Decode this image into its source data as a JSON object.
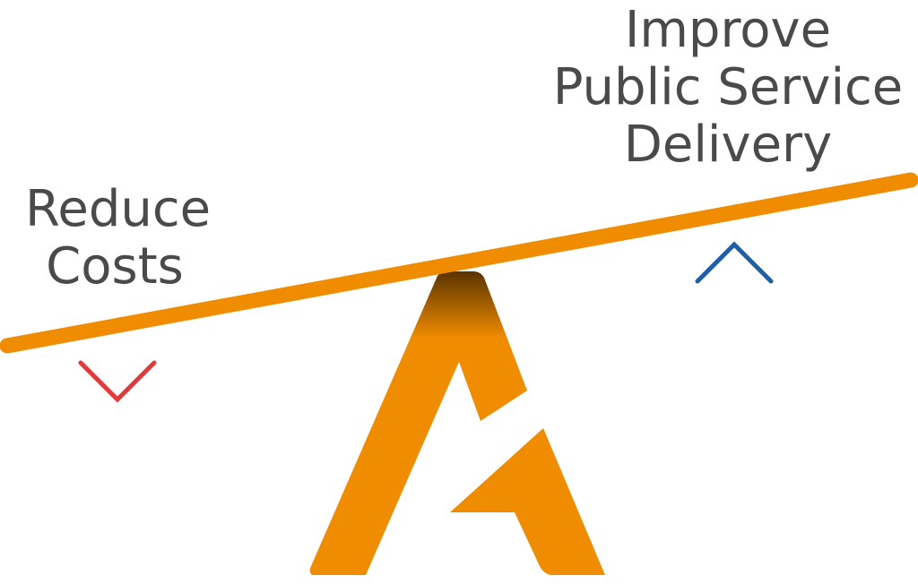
{
  "labels": {
    "left": [
      "Reduce",
      "Costs"
    ],
    "right": [
      "Improve",
      "Public Service",
      "Delivery"
    ]
  },
  "icons": {
    "left_indicator": "chevron-down-icon",
    "right_indicator": "chevron-up-icon",
    "fulcrum": "fulcrum-logo-icon"
  },
  "colors": {
    "text": "#4a4a4a",
    "beam": "#f08c00",
    "fulcrum": "#f08c00",
    "fulcrum_shadow": "#5a3300",
    "down_indicator": "#e03a3a",
    "up_indicator": "#1f5fa6"
  }
}
